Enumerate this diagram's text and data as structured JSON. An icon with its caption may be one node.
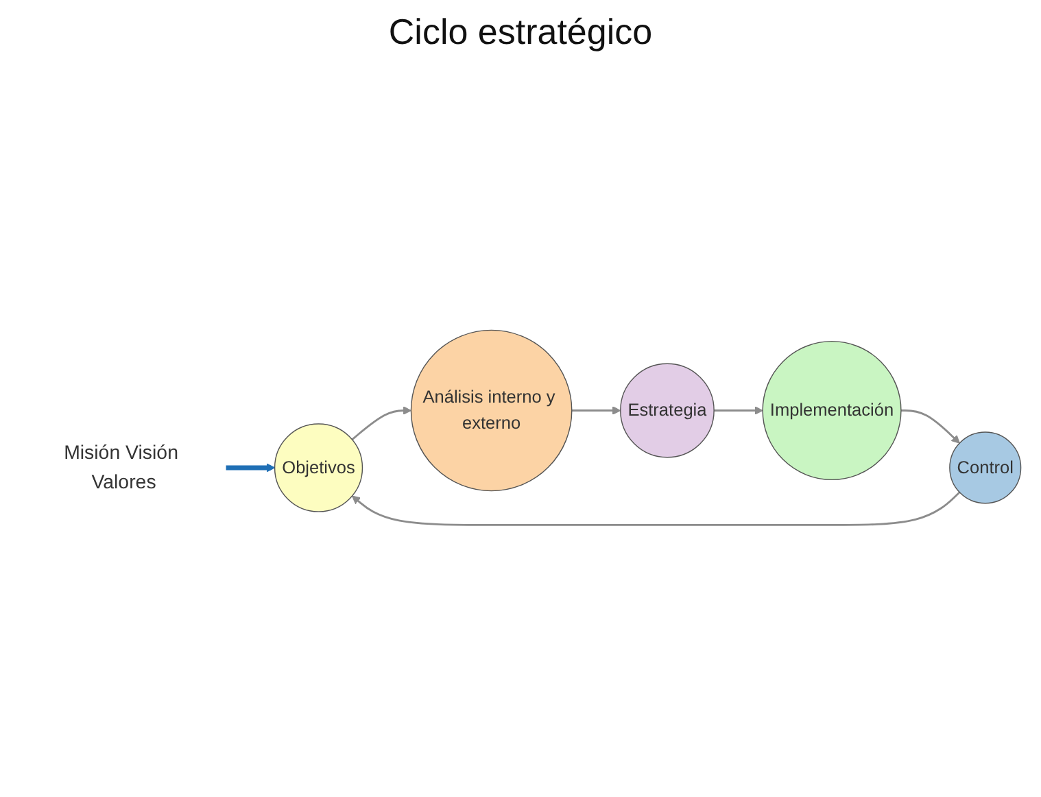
{
  "diagram": {
    "title": "Ciclo estratégico",
    "nodes": [
      {
        "text": [
          "Misión Visión Valores"
        ]
      },
      {
        "text": [
          "Análisis interno y externo"
        ]
      },
      {
        "text": [
          "Objetivos"
        ]
      },
      {
        "text": [
          "Estrategia"
        ]
      },
      {
        "text": [
          "Control"
        ]
      },
      {
        "text": [
          "Implementación"
        ]
      }
    ],
    "edges": [
      {
        "from": 0,
        "to": 2,
        "arrow": "to",
        "style": "thick",
        "color": "#1f6fb5"
      },
      {
        "from": 2,
        "to": 1,
        "arrow": "to"
      },
      {
        "from": 1,
        "to": 3,
        "arrow": "to"
      },
      {
        "from": 3,
        "to": 5,
        "arrow": "to"
      },
      {
        "from": 5,
        "to": 4,
        "arrow": "to"
      },
      {
        "from": 4,
        "to": 2,
        "arrow": "to"
      }
    ]
  }
}
